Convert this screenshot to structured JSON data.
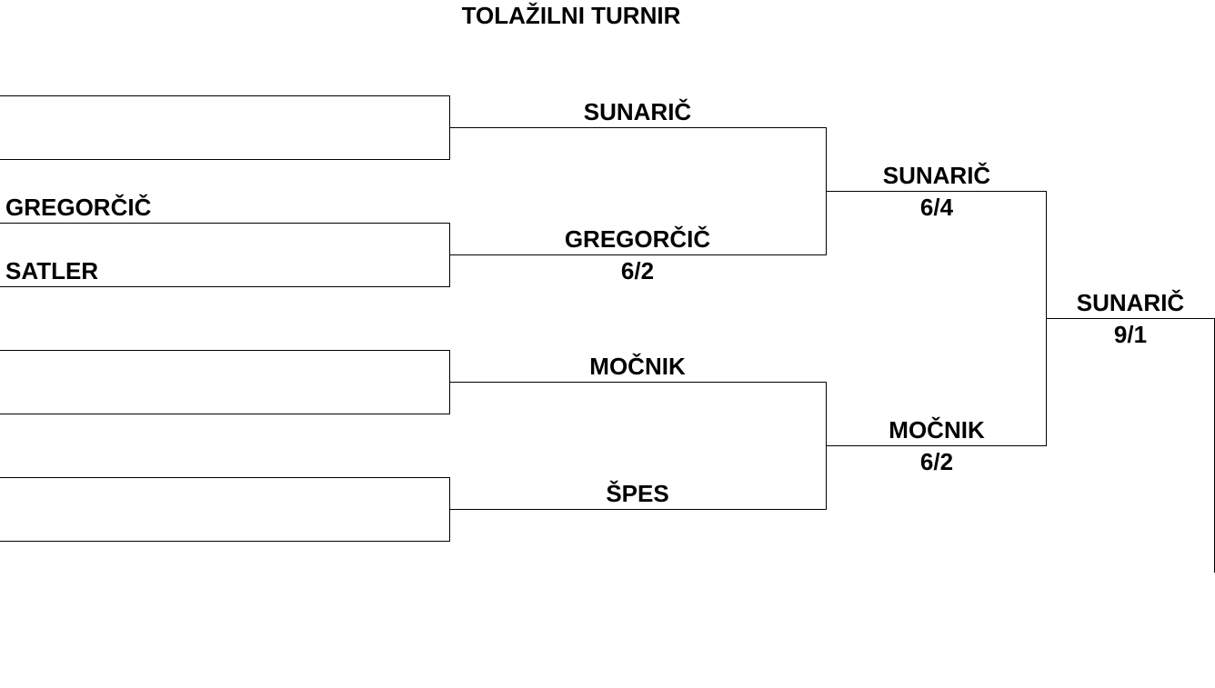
{
  "title": "TOLAŽILNI TURNIR",
  "round1": {
    "match1": {
      "top": "",
      "bottom": ""
    },
    "match2": {
      "top": "GREGORČIČ",
      "bottom": "SATLER"
    },
    "match3": {
      "top": "",
      "bottom": ""
    },
    "match4": {
      "top": "",
      "bottom": ""
    }
  },
  "round2": {
    "match1": {
      "winner": "SUNARIČ",
      "score": ""
    },
    "match2": {
      "winner": "GREGORČIČ",
      "score": "6/2"
    },
    "match3": {
      "winner": "MOČNIK",
      "score": ""
    },
    "match4": {
      "winner": "ŠPES",
      "score": ""
    }
  },
  "semifinal": {
    "match1": {
      "winner": "SUNARIČ",
      "score": "6/4"
    },
    "match2": {
      "winner": "MOČNIK",
      "score": "6/2"
    }
  },
  "final": {
    "winner": "SUNARIČ",
    "score": "9/1"
  }
}
